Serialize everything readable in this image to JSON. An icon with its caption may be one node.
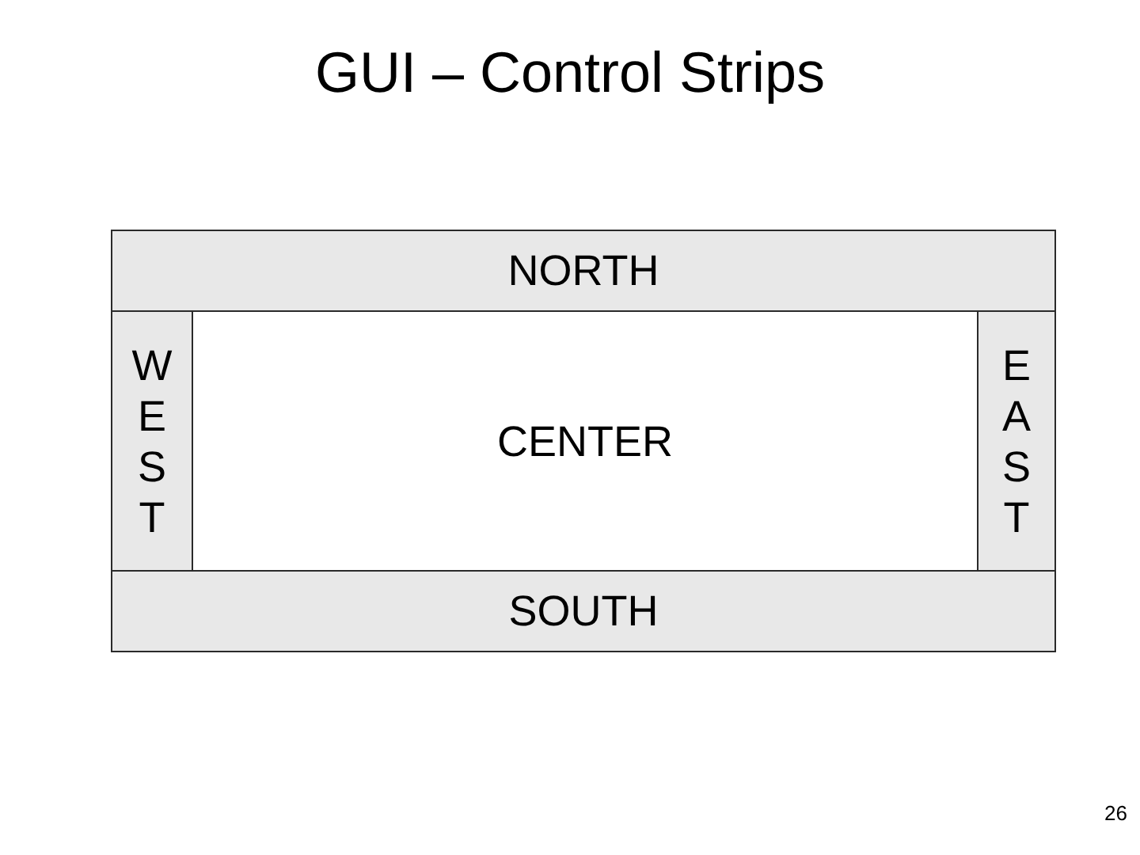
{
  "diagram": {
    "title": "GUI – Control Strips",
    "nodes": [
      {
        "text": [
          "NORTH"
        ]
      },
      {
        "text": [
          "WEST"
        ]
      },
      {
        "text": [
          "CENTER"
        ]
      },
      {
        "text": [
          "EAST"
        ]
      },
      {
        "text": [
          "SOUTH"
        ]
      }
    ],
    "labels": [
      "26"
    ]
  }
}
